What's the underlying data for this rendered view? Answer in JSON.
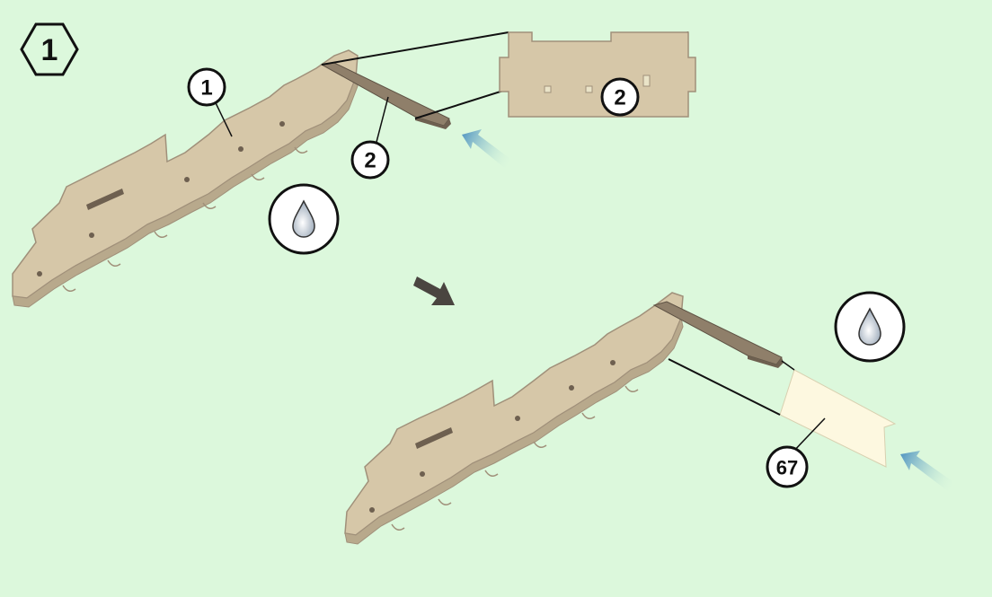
{
  "step": {
    "number": "1"
  },
  "callouts": {
    "part_1": "1",
    "part_2": "2",
    "part_2_detail": "2",
    "part_67": "67"
  },
  "icons": {
    "glue": "water-drop-icon",
    "next": "arrow-right-icon",
    "insert": "insert-direction-arrow-icon"
  },
  "colors": {
    "background": "#dcf8dc",
    "plywood": "#d6c7a8",
    "plywood_edge": "#a0907a",
    "plank": "#8f7f6a",
    "paper": "#fdf8e0",
    "arrow_blue": "#5aa0c8"
  }
}
